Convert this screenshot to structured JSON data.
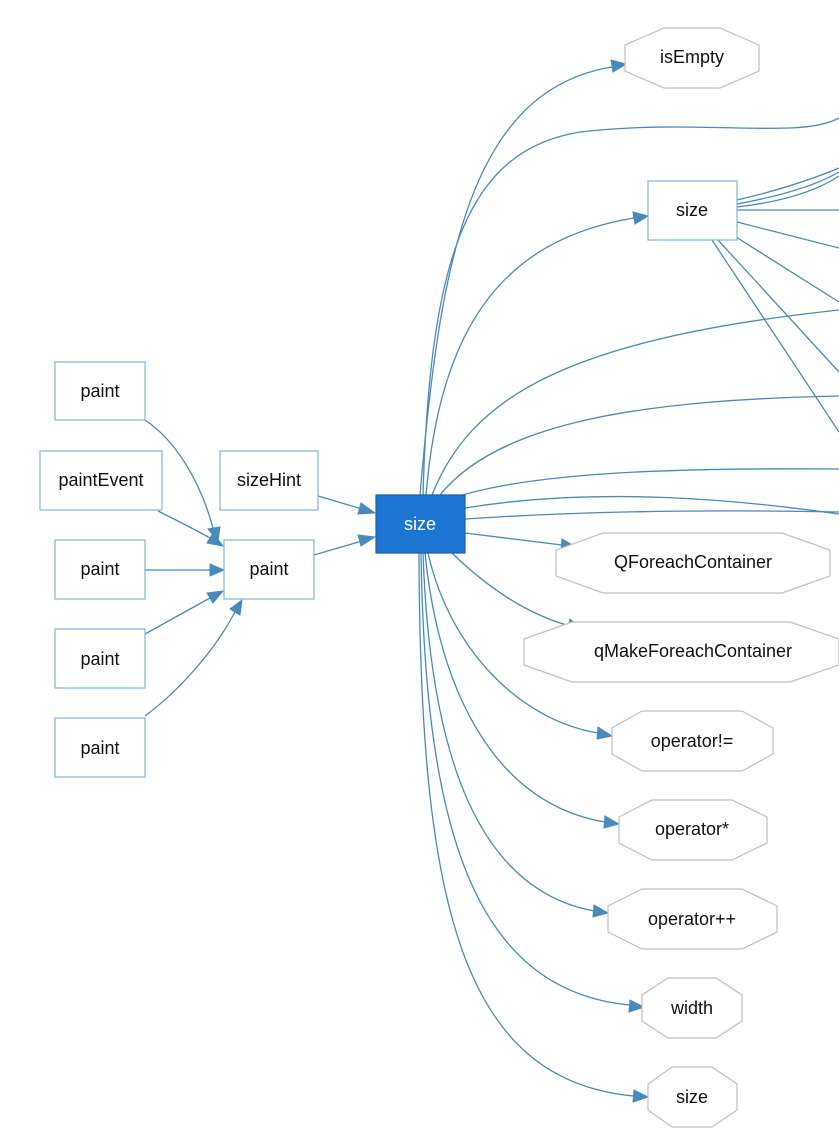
{
  "graph": {
    "focus": {
      "label": "size"
    },
    "callers_outer": [
      {
        "label": "paint"
      },
      {
        "label": "paintEvent"
      },
      {
        "label": "paint"
      },
      {
        "label": "paint"
      },
      {
        "label": "paint"
      }
    ],
    "caller_mid_paint": {
      "label": "paint"
    },
    "caller_sizehint": {
      "label": "sizeHint"
    },
    "callees": {
      "isEmpty": {
        "label": "isEmpty"
      },
      "size_rect": {
        "label": "size"
      },
      "qforeach": {
        "label": "QForeachContainer"
      },
      "qmakeforeach": {
        "label": "qMakeForeachContainer"
      },
      "op_neq": {
        "label": "operator!="
      },
      "op_deref": {
        "label": "operator*"
      },
      "op_inc": {
        "label": "operator++"
      },
      "width": {
        "label": "width"
      },
      "size_oct": {
        "label": "size"
      }
    },
    "colors": {
      "edge": "#4a89bb",
      "focus_fill": "#1c75d3",
      "rect_border": "#7fb3d9",
      "octagon_border": "#bfbfbf"
    }
  }
}
